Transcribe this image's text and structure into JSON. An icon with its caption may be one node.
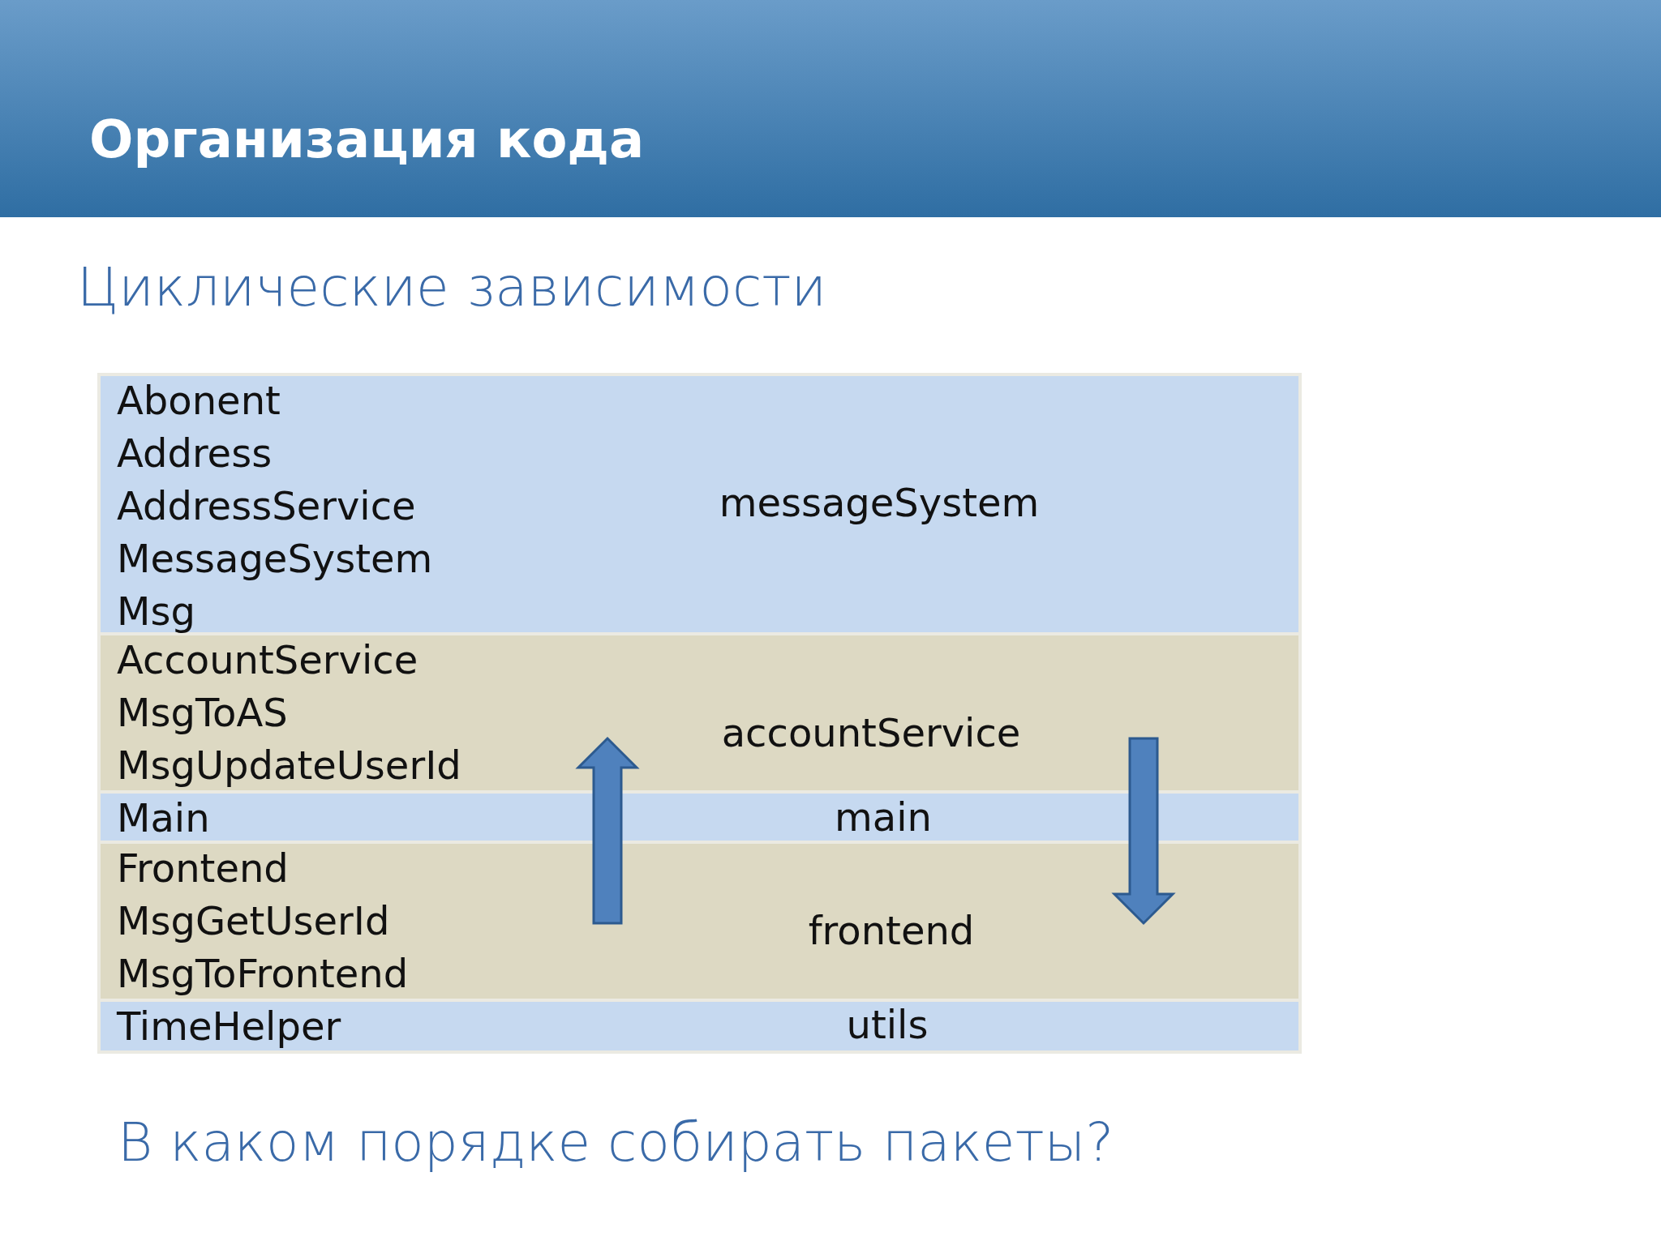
{
  "diagram": {
    "title": "Организация кода",
    "nodes": [
      {
        "text": [
          "Abonent",
          "Address",
          "AddressService",
          "MessageSystem",
          "Msg",
          "messageSystem"
        ]
      },
      {
        "text": [
          "AccountService",
          "MsgToAS",
          "MsgUpdateUserId",
          "accountService"
        ]
      },
      {
        "text": [
          "Main",
          "main"
        ]
      },
      {
        "text": [
          "Frontend",
          "MsgGetUserId",
          "MsgToFrontend",
          "frontend"
        ]
      },
      {
        "text": [
          "TimeHelper",
          "utils"
        ]
      }
    ],
    "labels": [
      "Циклические зависимости",
      "В каком порядке собирать пакеты?"
    ]
  }
}
